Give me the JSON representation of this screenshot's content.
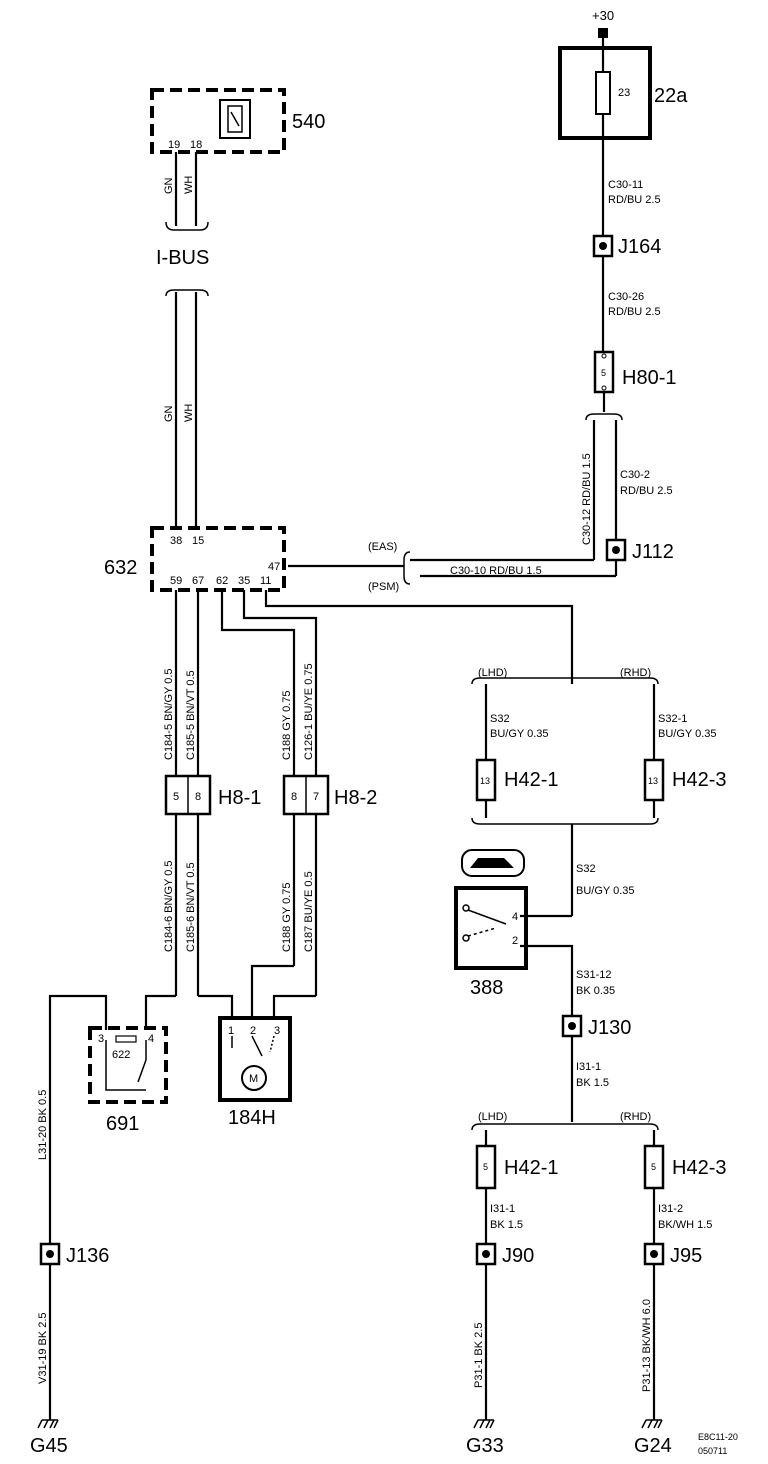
{
  "power": "+30",
  "components": {
    "fuse_box": "22a",
    "fuse_no": "23",
    "module_540": "540",
    "module_540_pins": [
      "19",
      "18"
    ],
    "module_632": "632",
    "pins_632_top": [
      "38",
      "15"
    ],
    "pin_632_right": "47",
    "pins_632_bottom": [
      "59",
      "67",
      "62",
      "35",
      "11"
    ],
    "relay_691": "691",
    "relay_622": "622",
    "relay_pins": [
      "3",
      "4"
    ],
    "motor_184h": "184H",
    "motor_pins": [
      "1",
      "2",
      "3"
    ],
    "motor_symbol": "M",
    "switch_388": "388",
    "switch_pins": [
      "4",
      "2"
    ]
  },
  "bus": {
    "label": "I-BUS",
    "wires": [
      "GN",
      "WH"
    ]
  },
  "connectors": {
    "j164": "J164",
    "h80_1": "H80-1",
    "h80_1_pin": "5",
    "j112": "J112",
    "h8_1": "H8-1",
    "h8_1_pins": [
      "5",
      "8"
    ],
    "h8_2": "H8-2",
    "h8_2_pins": [
      "8",
      "7"
    ],
    "h42_1_top": "H42-1",
    "h42_3_top": "H42-3",
    "h42_top_pin": "13",
    "j130": "J130",
    "h42_1_bot": "H42-1",
    "h42_3_bot": "H42-3",
    "h42_bot_pin": "5",
    "j136": "J136",
    "j90": "J90",
    "j95": "J95"
  },
  "grounds": {
    "g45": "G45",
    "g33": "G33",
    "g24": "G24"
  },
  "branch": {
    "eas": "(EAS)",
    "psm": "(PSM)",
    "lhd": "(LHD)",
    "rhd": "(RHD)"
  },
  "wire_labels": {
    "c30_11_a": "C30-11",
    "c30_11_b": "RD/BU  2.5",
    "c30_26_a": "C30-26",
    "c30_26_b": "RD/BU   2.5",
    "c30_12": "C30-12  RD/BU  1.5",
    "c30_2_a": "C30-2",
    "c30_2_b": "RD/BU  2.5",
    "c30_10": "C30-10    RD/BU   1.5",
    "c184_5": "C184-5  BN/GY  0.5",
    "c185_5": "C185-5  BN/VT  0.5",
    "c188_top": "C188  GY  0.75",
    "c126_1": "C126-1  BU/YE  0.75",
    "c184_6": "C184-6  BN/GY  0.5",
    "c185_6": "C185-6  BN/VT  0.5",
    "c188_bot": "C188  GY  0.75",
    "c187": "C187  BU/YE  0.5",
    "s32_l_a": "S32",
    "s32_l_b": "BU/GY  0.35",
    "s32_1_a": "S32-1",
    "s32_1_b": "BU/GY  0.35",
    "s32_m_a": "S32",
    "s32_m_b": "BU/GY  0.35",
    "s31_12_a": "S31-12",
    "s31_12_b": "BK  0.35",
    "i31_1_a": "I31-1",
    "i31_1_b": "BK  1.5",
    "i31_1l_a": "I31-1",
    "i31_1l_b": "BK  1.5",
    "i31_2_a": "I31-2",
    "i31_2_b": "BK/WH  1.5",
    "l31_20": "L31-20  BK   0.5",
    "v31_19": "V31-19  BK   2.5",
    "p31_1": "P31-1   BK   2.5",
    "p31_13": "P31-13   BK/WH  6.0"
  },
  "ref": {
    "code": "E8C11-20",
    "date": "050711"
  }
}
